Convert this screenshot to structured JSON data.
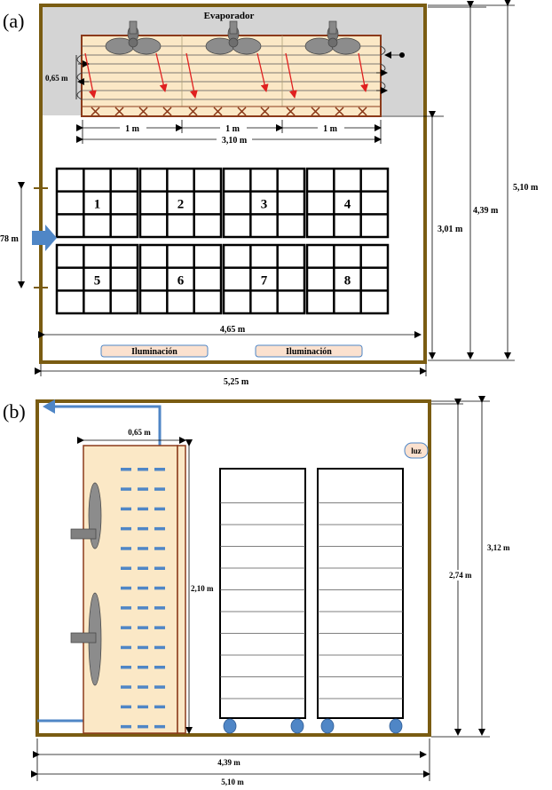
{
  "panel_a": {
    "label": "(a)",
    "evaporator_label": "Evaporador",
    "coil_height": "0,65 m",
    "coil_section_labels": [
      "1 m",
      "1 m",
      "1 m"
    ],
    "coil_length": "3,10 m",
    "cells": [
      "1",
      "2",
      "3",
      "4",
      "5",
      "6",
      "7",
      "8"
    ],
    "door_width": "78 m",
    "inner_depth": "3,01 m",
    "inner_length": "4,39 m",
    "outer_length": "5,10 m",
    "inner_width": "4,65 m",
    "outer_width": "5,25 m",
    "lights": [
      "Iluminación",
      "Iluminación"
    ]
  },
  "panel_b": {
    "label": "(b)",
    "evaporator_depth": "0,65 m",
    "evaporator_height": "2,10 m",
    "light_label": "luz",
    "inner_height": "2,74 m",
    "outer_height": "3,12 m",
    "inner_length": "4,39 m",
    "outer_length": "5,10 m"
  },
  "colors": {
    "wall": "#7a5c12",
    "evaporator_area": "#d4d4d4",
    "coil_fill": "#fbe8c6",
    "coil_border": "#8b3a1a",
    "airflow_arrow": "#e02020",
    "air_return": "#4f86c6",
    "light_fill": "#fbe1cf",
    "light_border": "#4f86c6",
    "fan": "#808080",
    "wheel": "#4f86c6"
  }
}
